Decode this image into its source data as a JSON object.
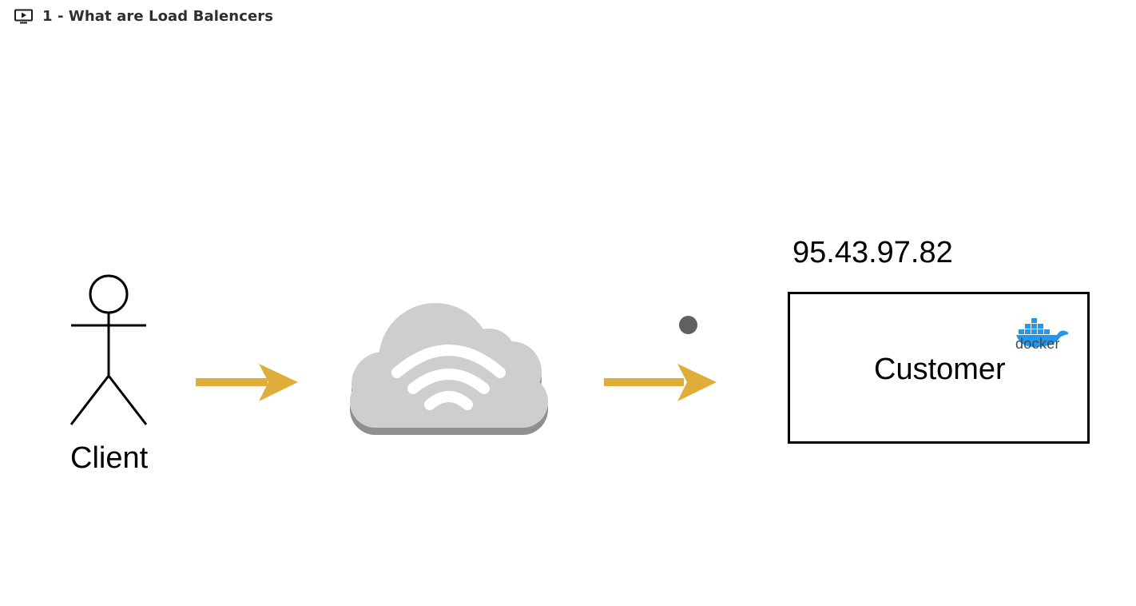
{
  "header": {
    "title": "1 - What are Load Balencers",
    "icon": "video-play-icon"
  },
  "slide": {
    "client_label": "Client",
    "ip_address": "95.43.97.82",
    "customer_label": "Customer",
    "docker_text": "docker",
    "colors": {
      "arrow": "#dfae3a",
      "cloud": "#cdcecf",
      "cloud_shadow": "#8e8f90",
      "docker_blue": "#2396ed"
    },
    "icons": [
      "stick-figure-icon",
      "arrow-right-icon",
      "cloud-wifi-icon",
      "docker-whale-icon"
    ]
  }
}
